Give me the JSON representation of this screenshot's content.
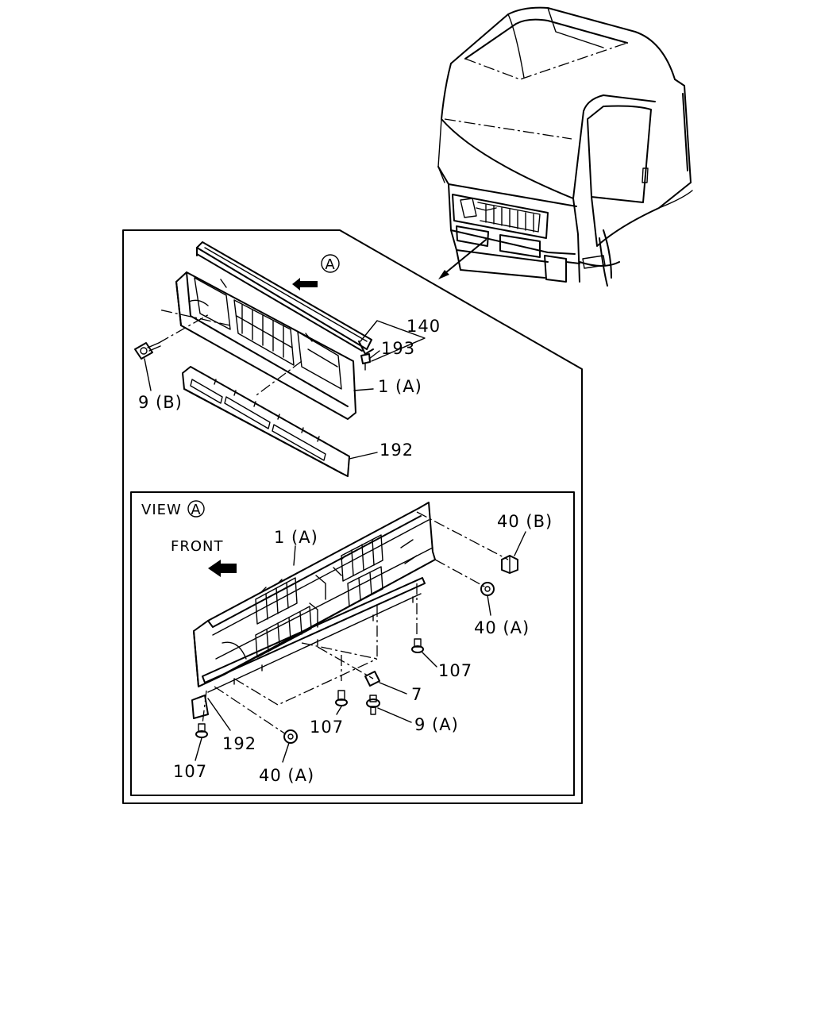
{
  "diagram": {
    "view_marker": "A",
    "view_label": "VIEW",
    "front_label": "FRONT",
    "upper_callouts": {
      "p140": "140",
      "p193": "193",
      "p1A": "1 (A)",
      "p9B": "9 (B)",
      "p192": "192"
    },
    "view_callouts": {
      "p40B": "40 (B)",
      "p1A": "1 (A)",
      "p40A_right": "40 (A)",
      "p107_right": "107",
      "p7": "7",
      "p107_mid": "107",
      "p9A": "9 (A)",
      "p192": "192",
      "p107_left": "107",
      "p40A_bottom": "40 (A)"
    }
  }
}
